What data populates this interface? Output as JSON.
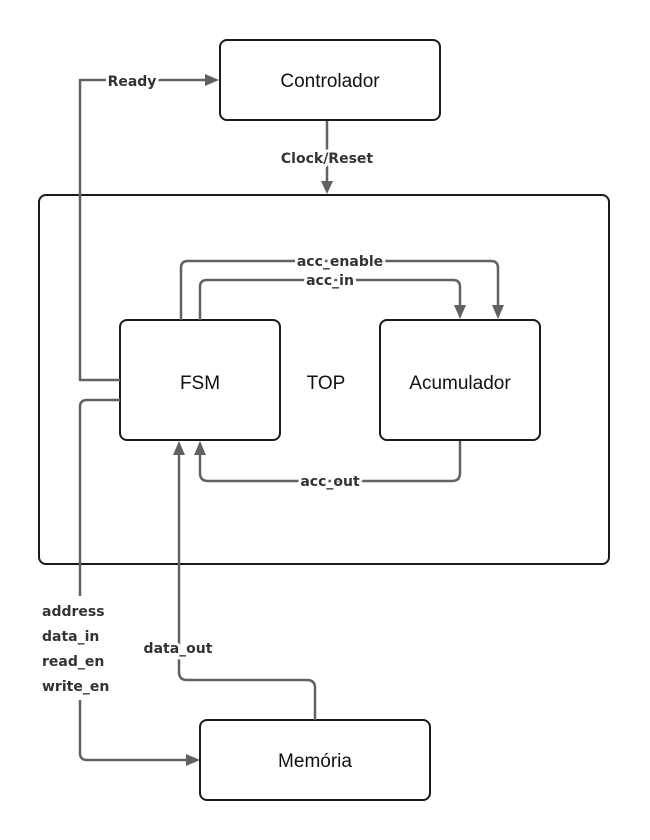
{
  "blocks": {
    "controlador": "Controlador",
    "top": "TOP",
    "fsm": "FSM",
    "acumulador": "Acumulador",
    "memoria": "Memória"
  },
  "signals": {
    "ready": "Ready",
    "clock_reset": "Clock/Reset",
    "acc_enable": "acc_enable",
    "acc_in": "acc_in",
    "acc_out": "acc_out",
    "data_out": "data_out",
    "mem_bus": [
      "address",
      "data_in",
      "read_en",
      "write_en"
    ]
  },
  "colors": {
    "box_border": "#1a1a1a",
    "wire": "#616161",
    "label": "#333333"
  }
}
